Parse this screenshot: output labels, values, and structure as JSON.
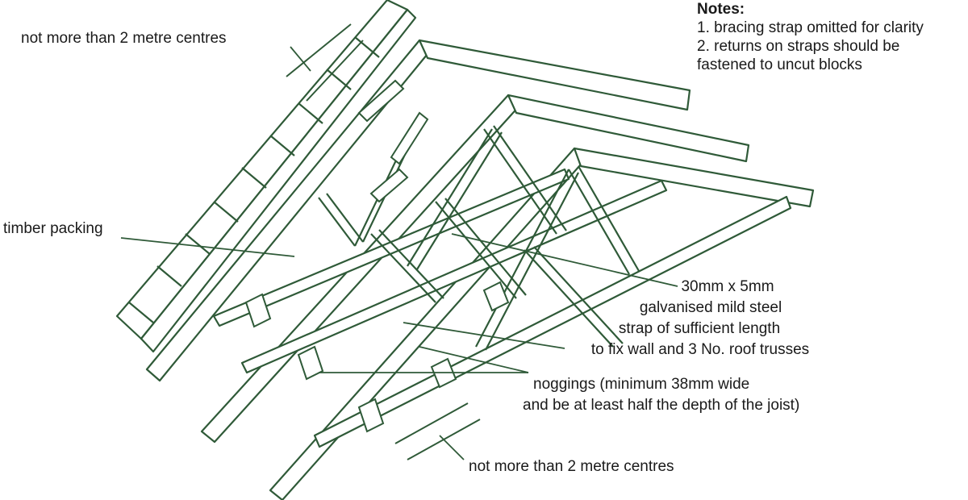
{
  "colors": {
    "timber": "#2f5a38",
    "timber_fill": "#ffffff",
    "label_text": "#1a1a1a",
    "leader": "#2f5a38"
  },
  "notes": {
    "heading": "Notes:",
    "items": [
      "1. bracing strap omitted for clarity",
      "2. returns on straps should be",
      "fastened to uncut blocks"
    ]
  },
  "labels": {
    "top_centres": "not more than 2 metre centres",
    "timber_packing": "timber packing",
    "strap": [
      "30mm x 5mm",
      "galvanised mild steel",
      "strap of sufficient length",
      "to fix wall and 3 No. roof trusses"
    ],
    "noggings": [
      "noggings (minimum 38mm wide",
      "and be at least half the depth of the joist)"
    ],
    "bottom_centres": "not more than 2 metre centres"
  }
}
